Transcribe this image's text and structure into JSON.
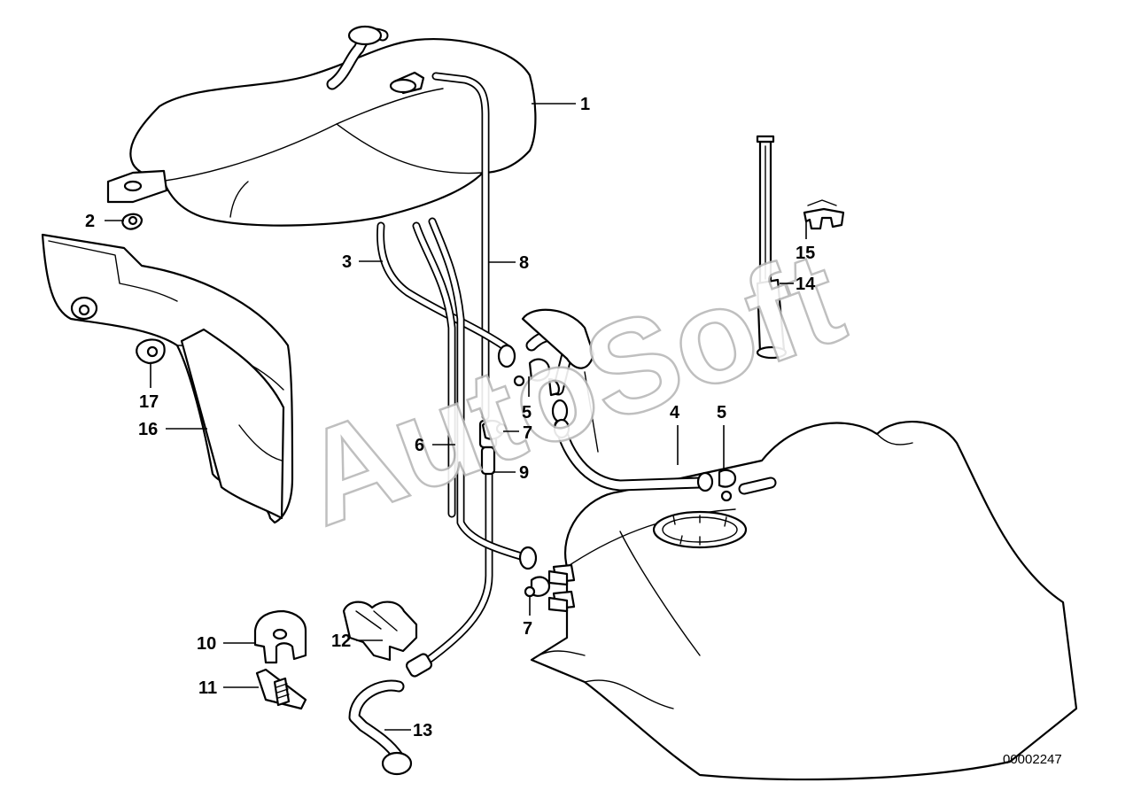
{
  "diagram": {
    "ref_number": "00002247",
    "watermark": "AutoSoft",
    "callouts": [
      {
        "id": "c1",
        "label": "1"
      },
      {
        "id": "c2",
        "label": "2"
      },
      {
        "id": "c3",
        "label": "3"
      },
      {
        "id": "c4",
        "label": "4"
      },
      {
        "id": "c5a",
        "label": "5"
      },
      {
        "id": "c5b",
        "label": "5"
      },
      {
        "id": "c6",
        "label": "6"
      },
      {
        "id": "c7a",
        "label": "7"
      },
      {
        "id": "c7b",
        "label": "7"
      },
      {
        "id": "c8",
        "label": "8"
      },
      {
        "id": "c9",
        "label": "9"
      },
      {
        "id": "c10",
        "label": "10"
      },
      {
        "id": "c11",
        "label": "11"
      },
      {
        "id": "c12",
        "label": "12"
      },
      {
        "id": "c13",
        "label": "13"
      },
      {
        "id": "c14",
        "label": "14"
      },
      {
        "id": "c15",
        "label": "15"
      },
      {
        "id": "c16",
        "label": "16"
      },
      {
        "id": "c17",
        "label": "17"
      }
    ]
  }
}
